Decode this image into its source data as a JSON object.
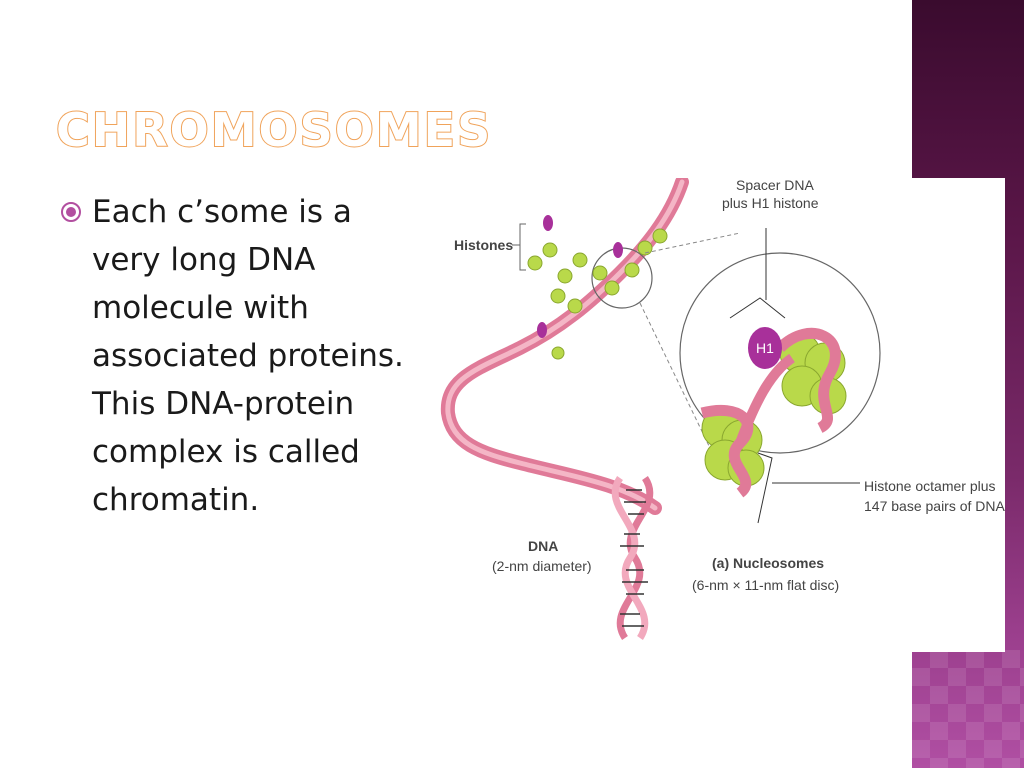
{
  "slide": {
    "title": "Chromosomes",
    "bullets": [
      "Each c’some is a very long DNA molecule with associated proteins. This DNA-protein complex is called chromatin."
    ]
  },
  "figure": {
    "labels": {
      "histones": "Histones",
      "spacer_line1": "Spacer DNA",
      "spacer_line2": "plus H1 histone",
      "h1": "H1",
      "octamer_line1": "Histone octamer plus",
      "octamer_line2": "147 base pairs of DNA",
      "dna": "DNA",
      "dna_diameter": "(2-nm diameter)",
      "nucleosomes": "(a) Nucleosomes",
      "nucleosome_size": "(6-nm × 11-nm flat disc)"
    }
  },
  "colors": {
    "title_stroke": "#f0a35a",
    "band_top": "#3a0b2e",
    "band_bottom": "#b04fa3",
    "dna_pink": "#e07a98",
    "histone_green": "#b9d94a",
    "h1_magenta": "#a8309a"
  }
}
